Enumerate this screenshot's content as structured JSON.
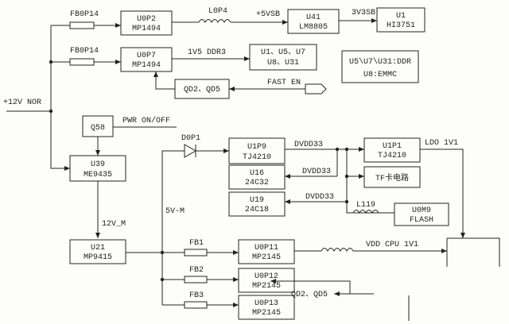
{
  "rails": {
    "v12_nor": "+12V NOR",
    "v5vsb": "+5VSB",
    "v3v3sb": "3V3SB",
    "v1v5_ddr3": "1V5 DDR3",
    "fast_en": "FAST EN",
    "pwr_on_off": "PWR ON/OFF",
    "v12_m": "12V_M",
    "v5_m": "5V-M",
    "dvdd33_a": "DVDD33",
    "dvdd33_b": "DVDD33",
    "dvdd33_c": "DVDD33",
    "ldo_1v1": "LDO 1V1",
    "vdd_cpu": "VDD CPU 1V1"
  },
  "parts": {
    "fb0p14_a": "FB0P14",
    "fb0p14_b": "FB0P14",
    "l0p4": "L0P4",
    "d0p1": "D0P1",
    "l119": "L119",
    "fb1": "FB1",
    "fb2": "FB2",
    "fb3": "FB3"
  },
  "blocks": {
    "u0p2": [
      "U0P2",
      "MP1494"
    ],
    "u41": [
      "U41",
      "LM8805"
    ],
    "u1": [
      "U1",
      "HI3751"
    ],
    "u0p7": [
      "U0P7",
      "MP1494"
    ],
    "ddr_loads": [
      "U1、U5、U7",
      "U8、U31"
    ],
    "qd2_a": [
      "QD2、QD5"
    ],
    "q58": [
      "Q58"
    ],
    "u39": [
      "U39",
      "ME9435"
    ],
    "u1p9": [
      "U1P9",
      "TJ4210"
    ],
    "u1p1": [
      "U1P1",
      "TJ4210"
    ],
    "u16": [
      "U16",
      "24C32"
    ],
    "tf": [
      "TF卡电路"
    ],
    "u19": [
      "U19",
      "24C18"
    ],
    "u0m9": [
      "U0M9",
      "FLASH"
    ],
    "u21": [
      "U21",
      "MP9415"
    ],
    "u0p11": [
      "U0P11",
      "MP2145"
    ],
    "u0p12": [
      "U0P12",
      "MP2145"
    ],
    "u0p13": [
      "U0P13",
      "MP2145"
    ],
    "qd2_b": [
      "QD2、QD5"
    ]
  },
  "note": {
    "line1": "U5\\U7\\U31:DDR",
    "line2": "U8:EMMC"
  }
}
